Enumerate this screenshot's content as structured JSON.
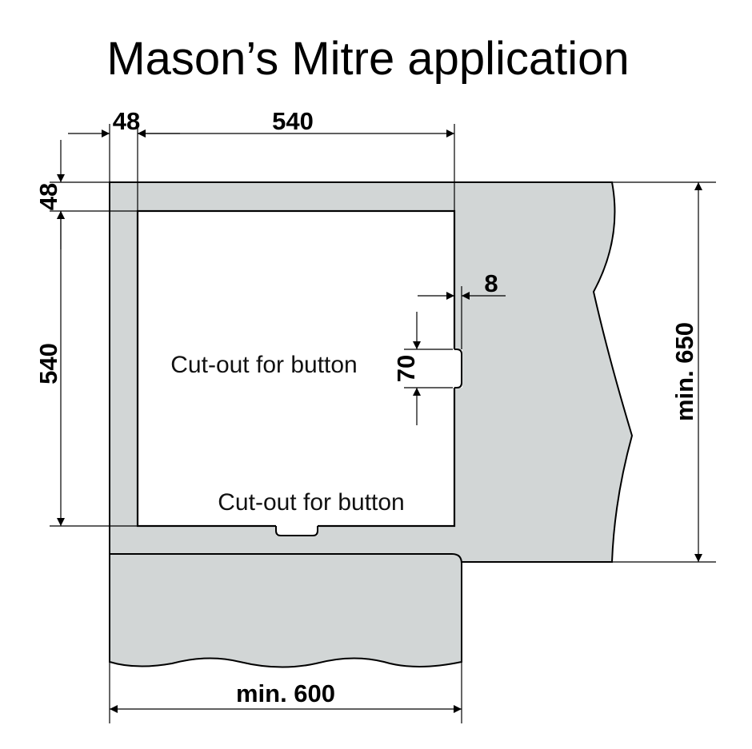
{
  "title": "Mason’s Mitre application",
  "dimensions": {
    "top_left_width": "48",
    "top_width": "540",
    "left_top_height": "48",
    "left_height": "540",
    "side_gap": "8",
    "button_height": "70",
    "right_height": "min. 650",
    "bottom_width": "min. 600"
  },
  "labels": {
    "side_cutout": "Cut-out for button",
    "bottom_cutout": "Cut-out for button"
  },
  "colors": {
    "worktop": "#d2d6d6",
    "outline": "#000000",
    "background": "#ffffff"
  }
}
